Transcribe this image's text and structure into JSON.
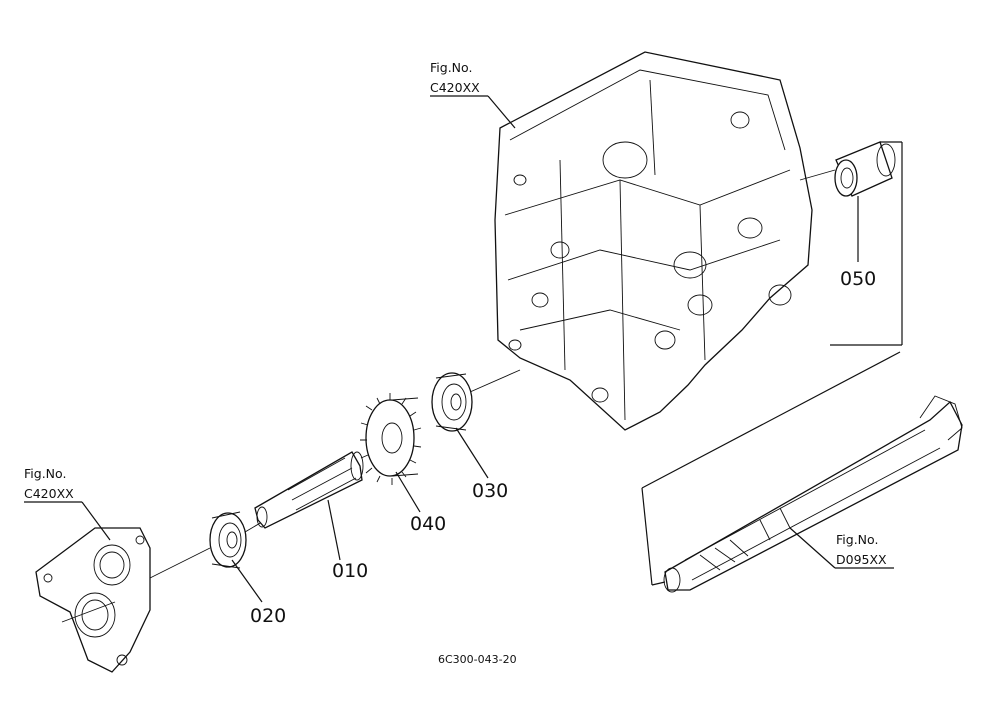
{
  "figure_refs": [
    {
      "title": "Fig.No.",
      "code": "C420XX"
    },
    {
      "title": "Fig.No.",
      "code": "C420XX"
    },
    {
      "title": "Fig.No.",
      "code": "D095XX"
    }
  ],
  "parts": [
    "010",
    "020",
    "030",
    "040",
    "050"
  ],
  "drawing_code": "6C300-043-20"
}
